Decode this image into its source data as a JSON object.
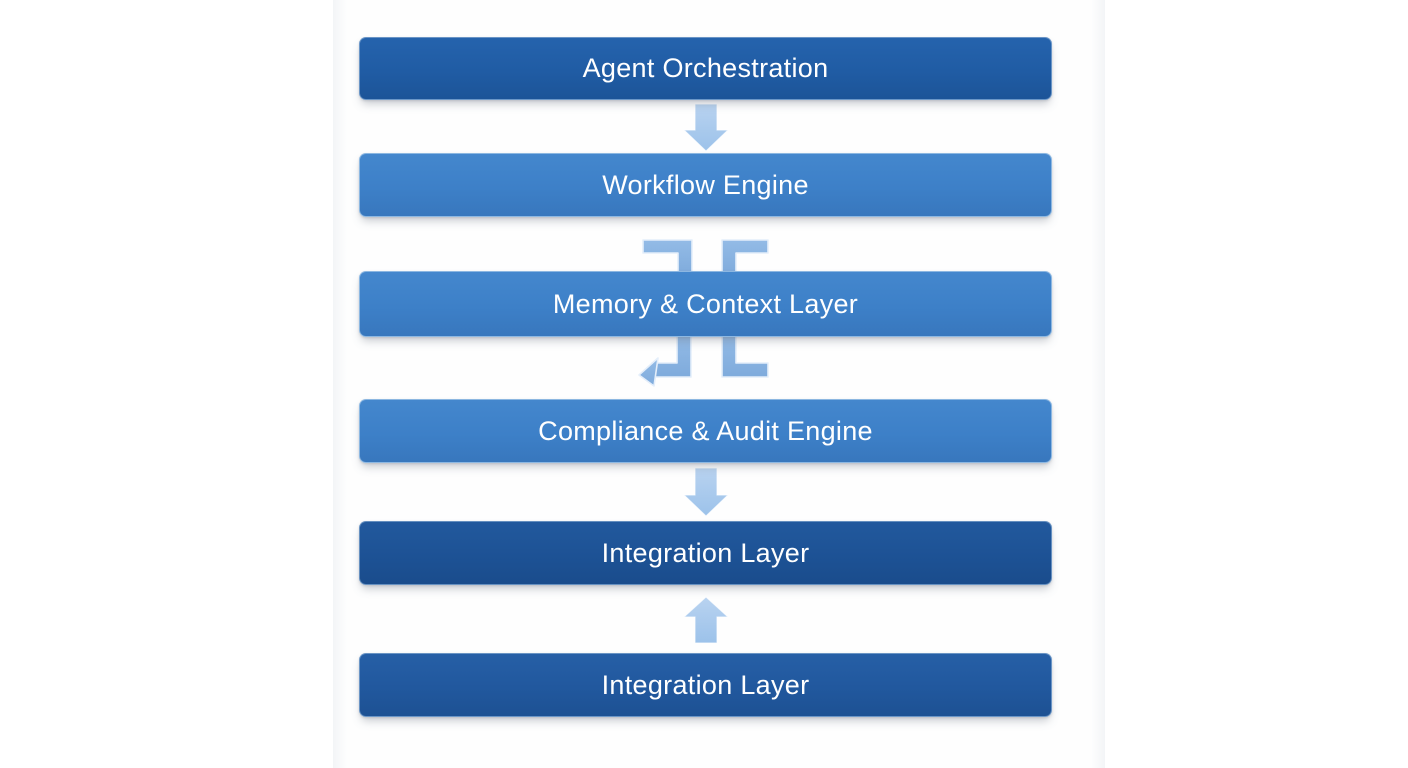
{
  "diagram": {
    "title": "",
    "layers": [
      {
        "id": "agent-orchestration",
        "label": "Agent Orchestration",
        "variant": "dark",
        "fill": "#205ca4"
      },
      {
        "id": "workflow-engine",
        "label": "Workflow Engine",
        "variant": "light",
        "fill": "#3d80c8"
      },
      {
        "id": "memory-context-layer",
        "label": "Memory & Context Layer",
        "variant": "light",
        "fill": "#3d80c8"
      },
      {
        "id": "compliance-audit-engine",
        "label": "Compliance & Audit Engine",
        "variant": "light",
        "fill": "#3d80c8"
      },
      {
        "id": "integration-layer-upper",
        "label": "Integration Layer",
        "variant": "dark",
        "fill": "#1d5295"
      },
      {
        "id": "integration-layer-lower",
        "label": "Integration Layer",
        "variant": "dark",
        "fill": "#21589e"
      }
    ],
    "connectors": [
      {
        "type": "block-arrow",
        "direction": "down",
        "from": "agent-orchestration",
        "to": "workflow-engine"
      },
      {
        "type": "elbow-pair",
        "direction": "through",
        "from": "workflow-engine",
        "to": "memory-context-layer"
      },
      {
        "type": "elbow-pair",
        "direction": "arrow-left",
        "from": "memory-context-layer",
        "to": "compliance-audit-engine"
      },
      {
        "type": "block-arrow",
        "direction": "down",
        "from": "compliance-audit-engine",
        "to": "integration-layer-upper"
      },
      {
        "type": "block-arrow",
        "direction": "up",
        "from": "integration-layer-lower",
        "to": "integration-layer-upper"
      }
    ],
    "colors": {
      "background": "#ffffff",
      "bar_dark_top": "#205ca4",
      "bar_dark_mid": "#1d5295",
      "bar_dark_bottom": "#21589e",
      "bar_light": "#3d80c8",
      "bar_text": "#ffffff",
      "block_arrow_fill": "#a8c8ec",
      "elbow_fill": "#88b2e0",
      "outline_light": "#dce9f6"
    }
  }
}
